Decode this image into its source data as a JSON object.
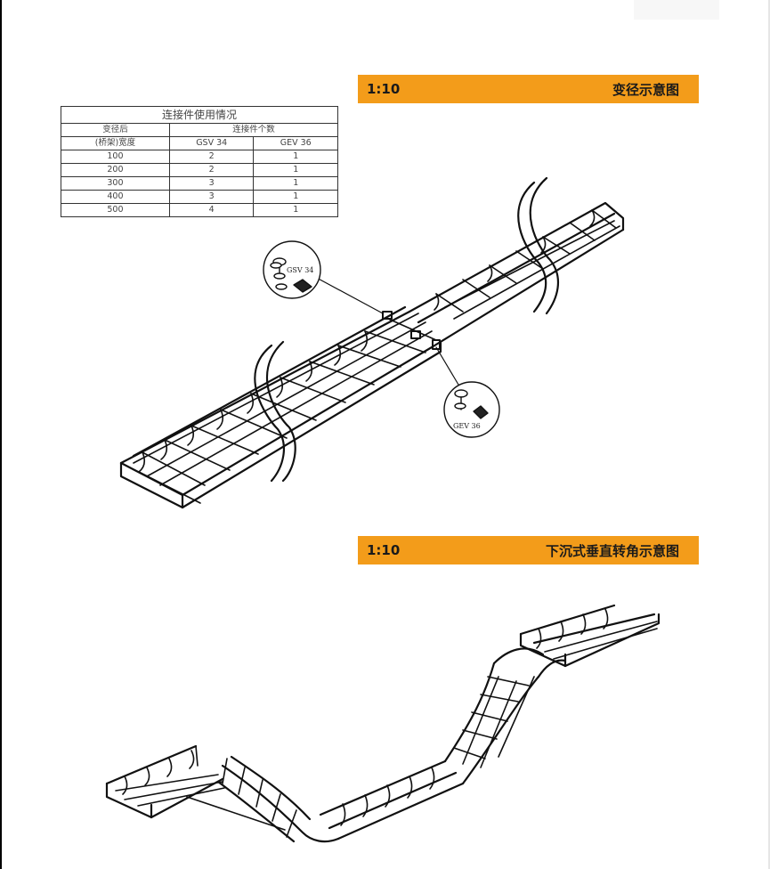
{
  "banners": [
    {
      "scale": "1:10",
      "title": "变径示意图"
    },
    {
      "scale": "1:10",
      "title": "下沉式垂直转角示意图"
    }
  ],
  "table": {
    "title": "连接件使用情况",
    "header_col1_line1": "变径后",
    "header_col1_line2": "(桥架)宽度",
    "header_group": "连接件个数",
    "col_gsv": "GSV 34",
    "col_gev": "GEV 36",
    "rows": [
      [
        "100",
        "2",
        "1"
      ],
      [
        "200",
        "2",
        "1"
      ],
      [
        "300",
        "3",
        "1"
      ],
      [
        "400",
        "3",
        "1"
      ],
      [
        "500",
        "4",
        "1"
      ]
    ]
  },
  "callouts": {
    "upper": "GSV 34",
    "lower": "GEV 36"
  },
  "colors": {
    "banner": "#f39c1a",
    "line": "#111111"
  }
}
